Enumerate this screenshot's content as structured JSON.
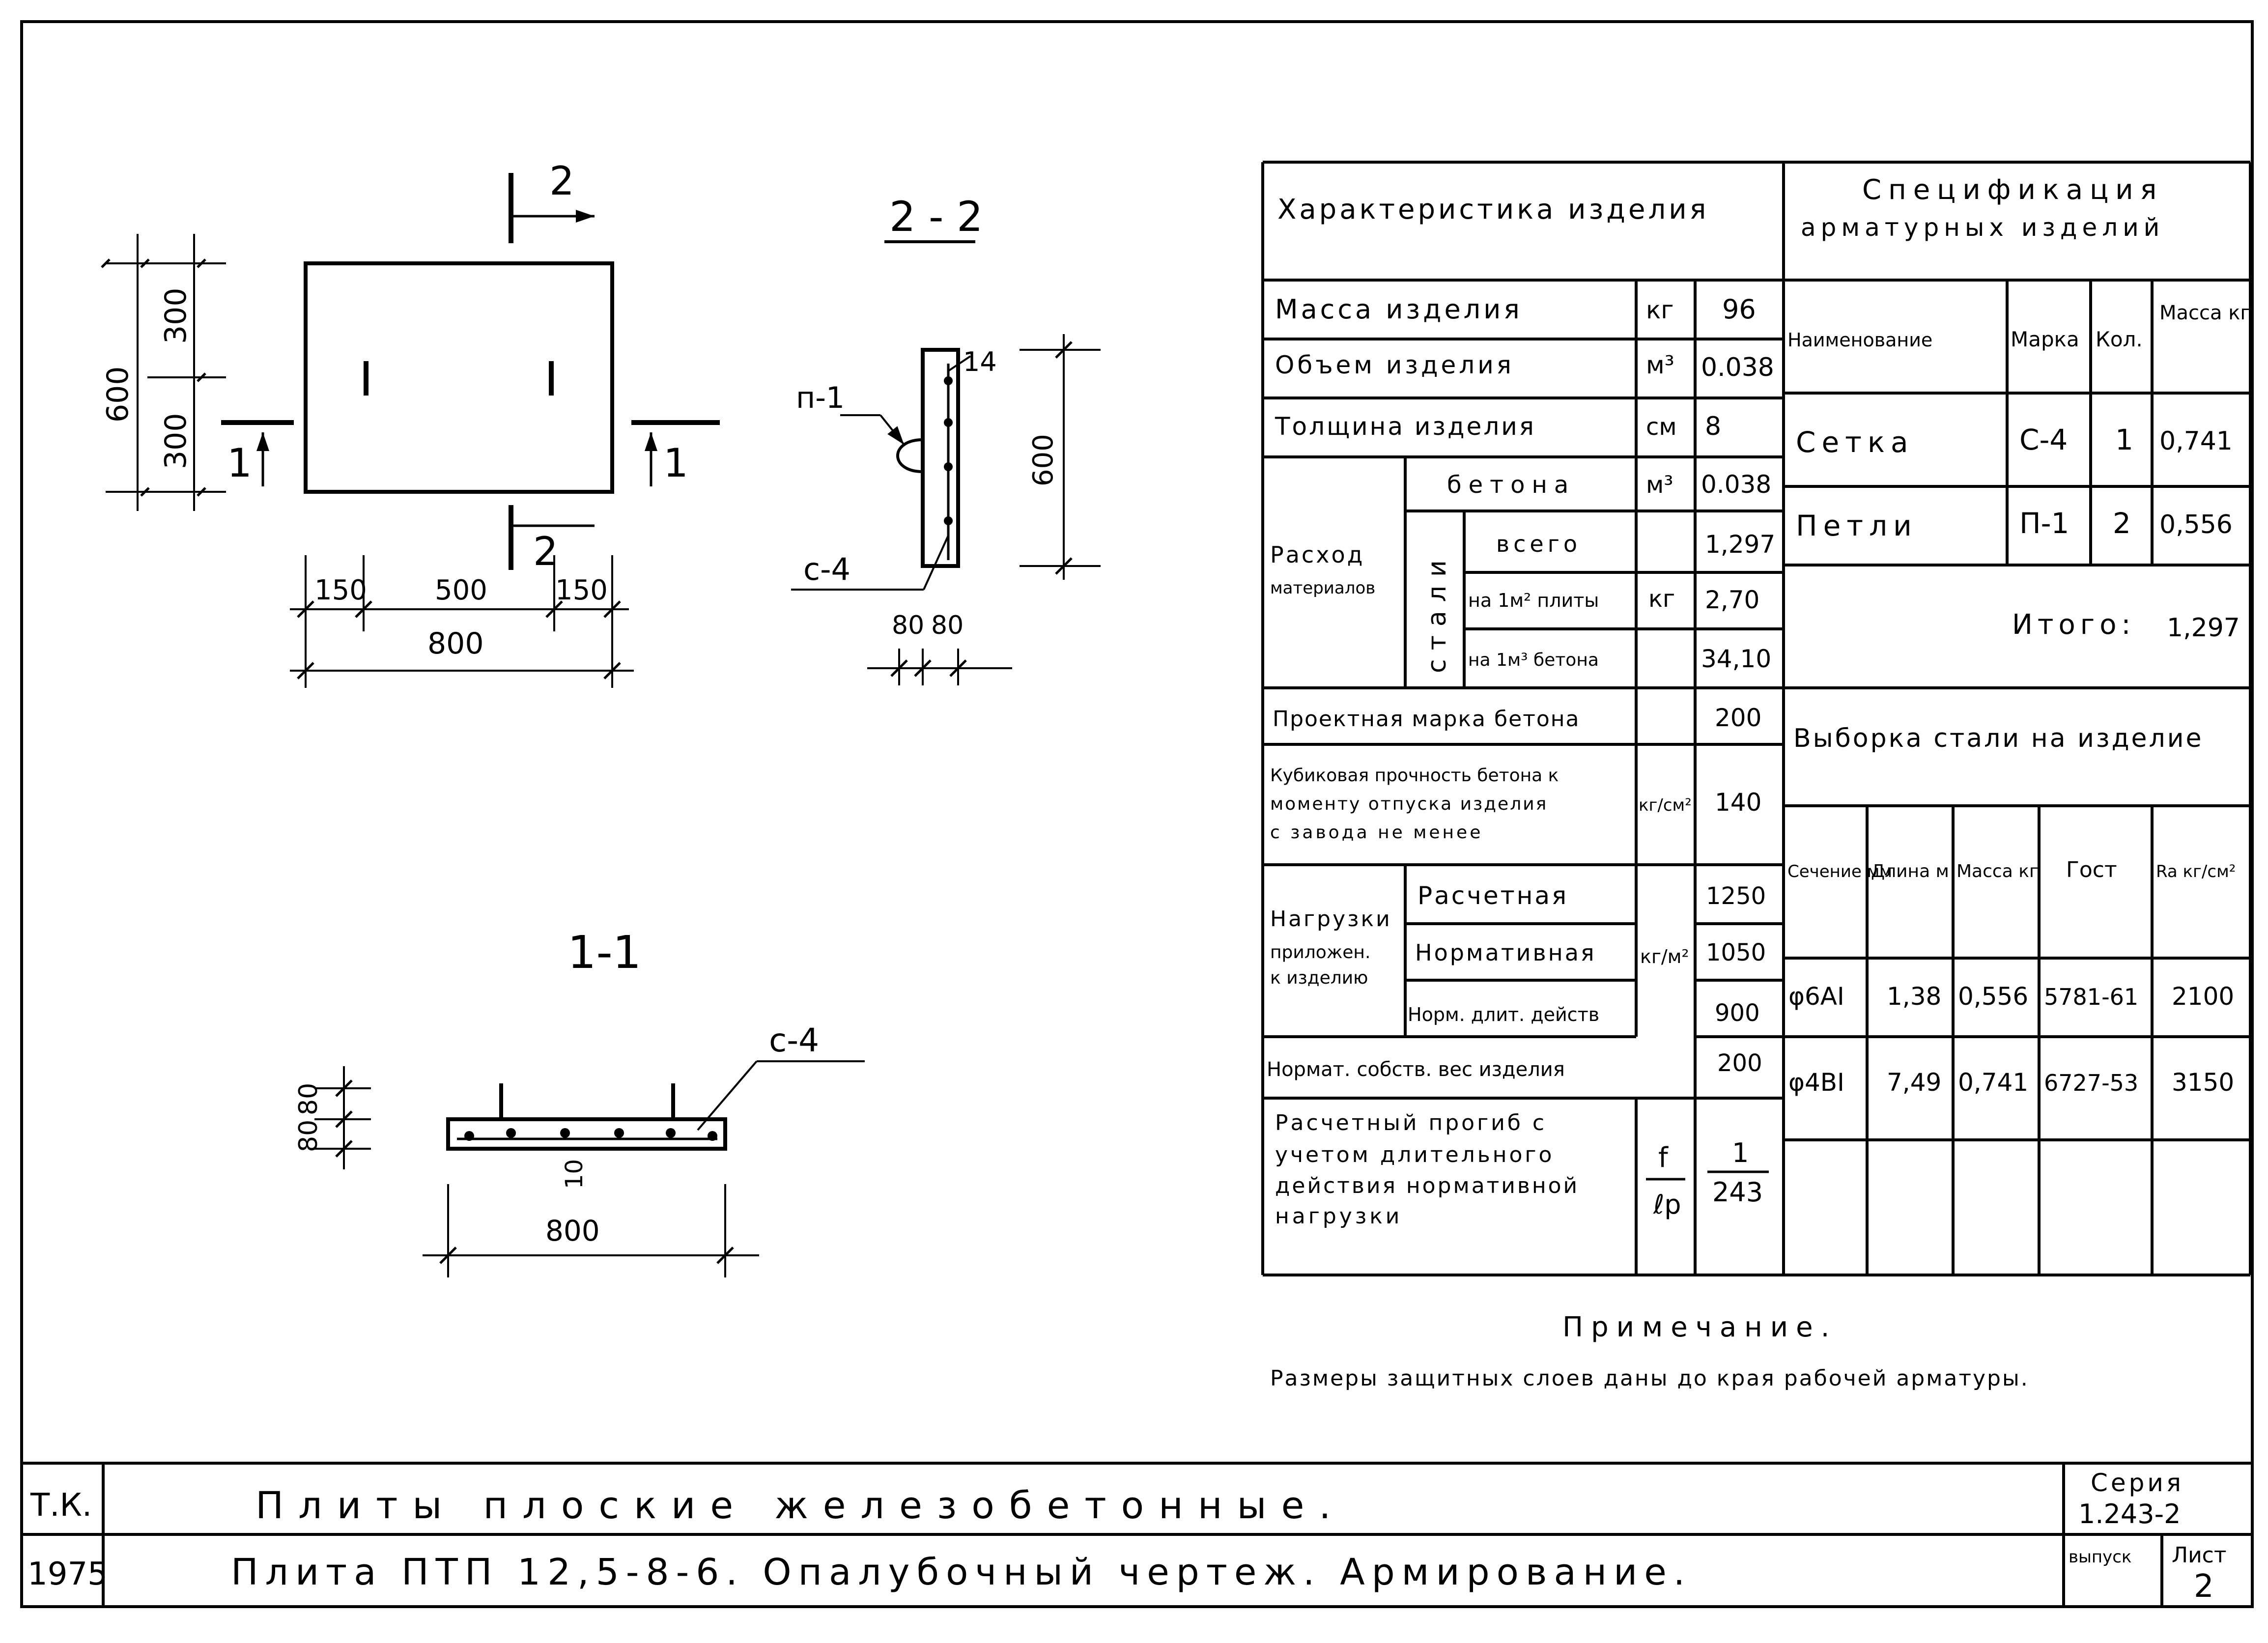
{
  "drawings": {
    "plan": {
      "section_mark_top": "2",
      "section_mark_bottom": "2",
      "section_mark_left": "1",
      "section_mark_right": "1",
      "dim_300_upper": "300",
      "dim_300_lower": "300",
      "dim_600": "600",
      "dim_150_left": "150",
      "dim_500": "500",
      "dim_150_right": "150",
      "dim_800": "800"
    },
    "section_2_2": {
      "title": "2 - 2",
      "label_loop": "п-1",
      "label_mesh": "с-4",
      "dim_14": "14",
      "dim_600": "600",
      "dim_80_a": "80",
      "dim_80_b": "80"
    },
    "section_1_1": {
      "title": "1-1",
      "label_mesh": "с-4",
      "dim_80_a": "80",
      "dim_80_b": "80",
      "dim_10": "10",
      "dim_800": "800"
    }
  },
  "characteristics": {
    "title": "Характеристика изделия",
    "mass_label": "Масса изделия",
    "mass_unit": "кг",
    "mass_value": "96",
    "volume_label": "Объем изделия",
    "volume_unit": "м³",
    "volume_value": "0.038",
    "thickness_label": "Толщина изделия",
    "thickness_unit": "см",
    "thickness_value": "8",
    "consumption_label_1": "Расход",
    "consumption_label_2": "материалов",
    "concrete_label": "бетона",
    "concrete_unit": "м³",
    "concrete_value": "0.038",
    "steel_label": "стали",
    "steel_total_label": "всего",
    "steel_total_value": "1,297",
    "steel_per_m2_label": "на 1м² плиты",
    "steel_unit": "кг",
    "steel_per_m2_value": "2,70",
    "steel_per_m3_label": "на 1м³ бетона",
    "steel_per_m3_value": "34,10",
    "grade_label": "Проектная марка бетона",
    "grade_value": "200",
    "strength_line1": "Кубиковая прочность бетона к",
    "strength_line2": "моменту отпуска изделия",
    "strength_line3": "с завода не менее",
    "strength_unit": "кг/см²",
    "strength_value": "140",
    "loads_label_1": "Нагрузки",
    "loads_label_2": "приложен.",
    "loads_label_3": "к изделию",
    "load_calc_label": "Расчетная",
    "load_calc_value": "1250",
    "load_norm_label": "Нормативная",
    "load_norm_value": "1050",
    "load_long_label": "Норм. длит. действ",
    "load_long_value": "900",
    "load_unit": "кг/м²",
    "self_weight_label": "Нормат. собств. вес изделия",
    "self_weight_value": "200",
    "deflection_line1": "Расчетный прогиб с",
    "deflection_line2": "учетом длительного",
    "deflection_line3": "действия нормативной",
    "deflection_line4": "нагрузки",
    "deflection_symbol_top": "f",
    "deflection_symbol_bottom": "ℓp",
    "deflection_value_top": "1",
    "deflection_value_bottom": "243"
  },
  "specification": {
    "title_line1": "Спецификация",
    "title_line2": "арматурных изделий",
    "headers": [
      "Наименование",
      "Марка",
      "Кол.",
      "Масса кг"
    ],
    "rows": [
      {
        "name": "Сетка",
        "mark": "С-4",
        "qty": "1",
        "mass": "0,741"
      },
      {
        "name": "Петли",
        "mark": "П-1",
        "qty": "2",
        "mass": "0,556"
      }
    ],
    "total_label": "Итого:",
    "total_value": "1,297"
  },
  "steel_selection": {
    "title": "Выборка стали на изделие",
    "headers": [
      "Сечение мм",
      "Длина м",
      "Масса кг",
      "Гост",
      "Ra кг/см²"
    ],
    "rows": [
      {
        "section": "φ6АI",
        "length": "1,38",
        "mass": "0,556",
        "gost": "5781-61",
        "ra": "2100"
      },
      {
        "section": "φ4ВI",
        "length": "7,49",
        "mass": "0,741",
        "gost": "6727-53",
        "ra": "3150"
      }
    ]
  },
  "note": {
    "title": "Примечание.",
    "text": "Размеры защитных слоев даны до края рабочей арматуры."
  },
  "title_block": {
    "code": "Т.К.",
    "year": "1975",
    "title_line1": "Плиты плоские железобетонные.",
    "title_line2": "Плита ПТП 12,5-8-6. Опалубочный чертеж. Армирование.",
    "series_label": "Серия",
    "series_value": "1.243-2",
    "issue_label": "выпуск",
    "sheet_label": "Лист",
    "sheet_value": "2"
  }
}
